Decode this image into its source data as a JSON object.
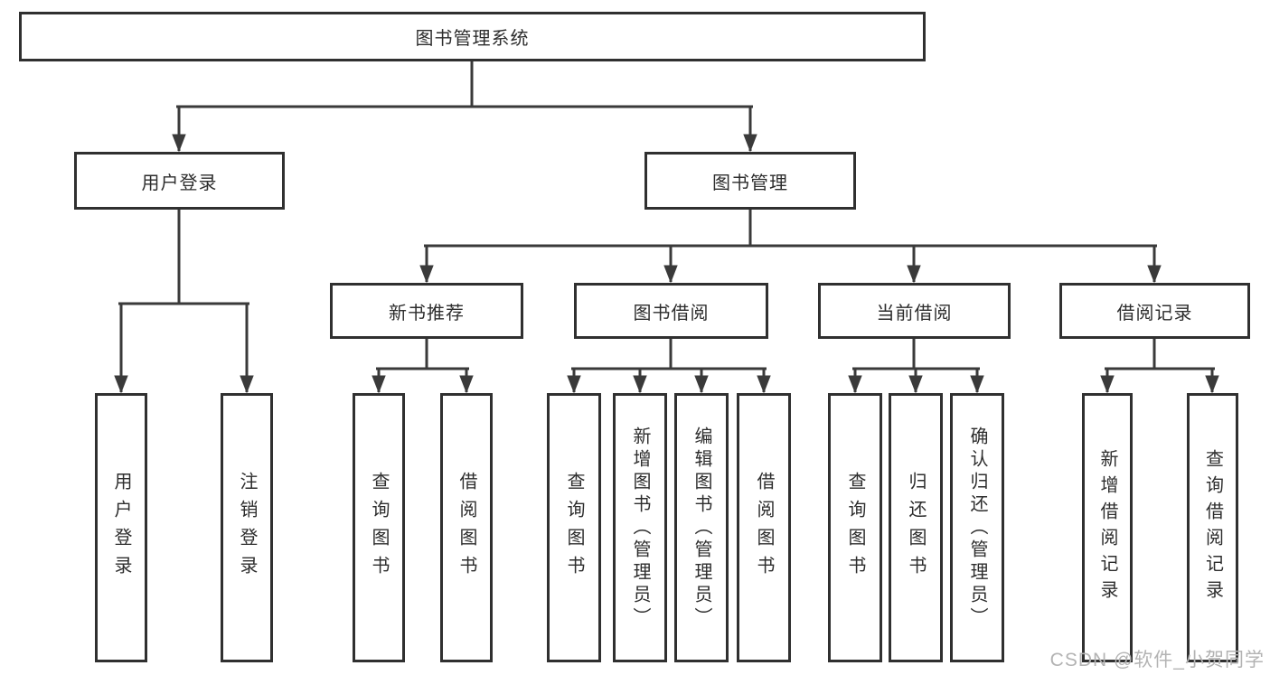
{
  "diagram": {
    "root": {
      "label": "图书管理系统"
    },
    "branches": [
      {
        "label": "用户登录",
        "children": [
          {
            "label": "用户登录"
          },
          {
            "label": "注销登录"
          }
        ]
      },
      {
        "label": "图书管理",
        "children": [
          {
            "label": "新书推荐",
            "children": [
              {
                "label": "查询图书"
              },
              {
                "label": "借阅图书"
              }
            ]
          },
          {
            "label": "图书借阅",
            "children": [
              {
                "label": "查询图书"
              },
              {
                "label": "新增图书（管理员）"
              },
              {
                "label": "编辑图书（管理员）"
              },
              {
                "label": "借阅图书"
              }
            ]
          },
          {
            "label": "当前借阅",
            "children": [
              {
                "label": "查询图书"
              },
              {
                "label": "归还图书"
              },
              {
                "label": "确认归还（管理员）"
              }
            ]
          },
          {
            "label": "借阅记录",
            "children": [
              {
                "label": "新增借阅记录"
              },
              {
                "label": "查询借阅记录"
              }
            ]
          }
        ]
      }
    ]
  },
  "watermark": {
    "text": "CSDN @软件_小贺同学"
  },
  "colors": {
    "line": "#3a3a3a",
    "box_border": "#303030",
    "text": "#2d2d2d",
    "watermark": "#b3b3b3",
    "background": "#ffffff"
  }
}
